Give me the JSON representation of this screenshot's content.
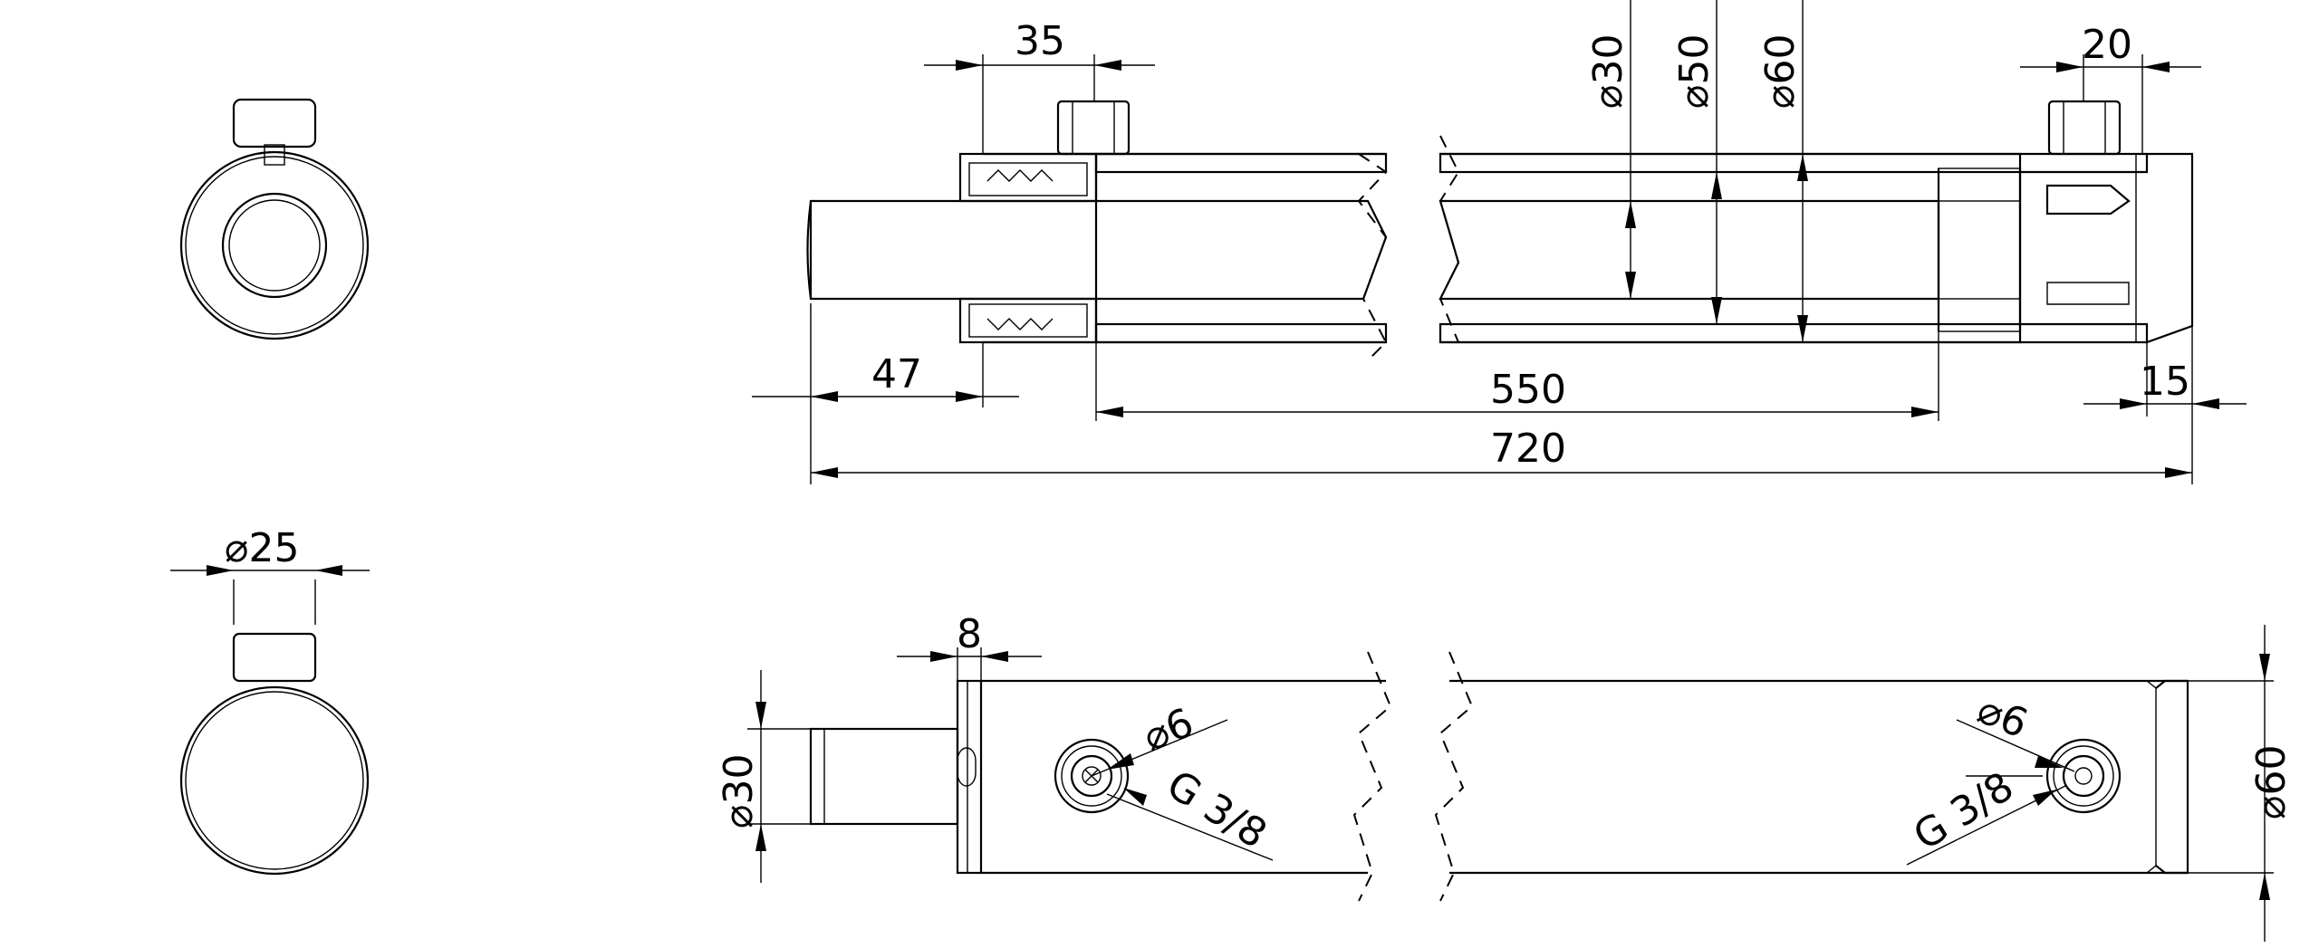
{
  "drawing": {
    "dimensions": {
      "d35": "35",
      "d20": "20",
      "d47": "47",
      "d550": "550",
      "d15": "15",
      "d720": "720",
      "d8": "8",
      "dia30_top": "⌀30",
      "dia50": "⌀50",
      "dia60_top": "⌀60",
      "dia25": "⌀25",
      "dia30_bottom": "⌀30",
      "dia60_bottom": "⌀60",
      "dia6_left": "⌀6",
      "dia6_right": "⌀6",
      "thread_left": "G 3/8",
      "thread_right": "G 3/8"
    }
  }
}
